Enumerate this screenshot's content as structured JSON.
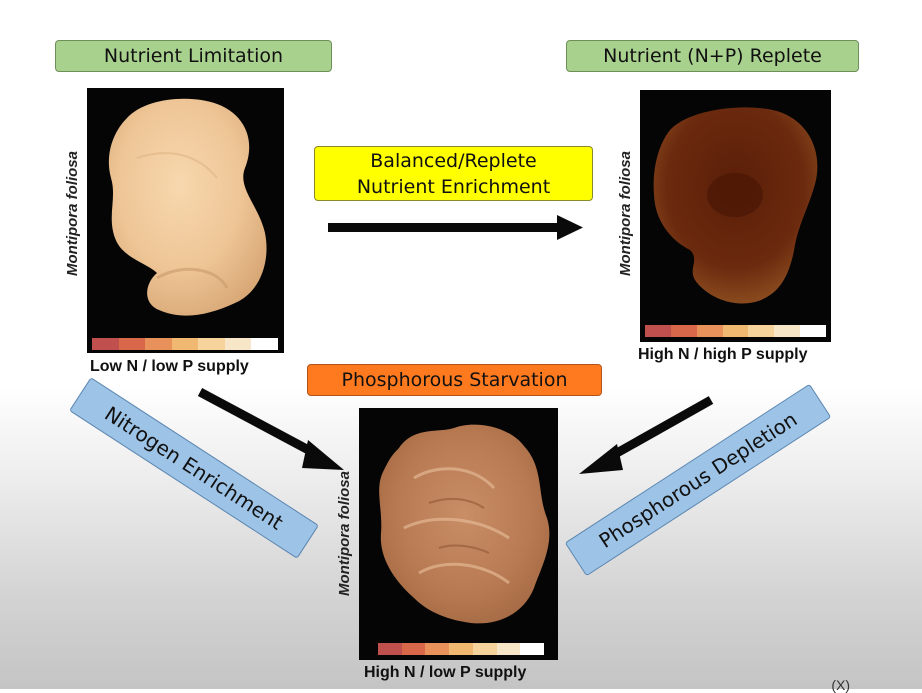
{
  "labels": {
    "top_left": "Nutrient Limitation",
    "top_right": "Nutrient (N+P) Replete",
    "center_line1": "Balanced/Replete",
    "center_line2": "Nutrient Enrichment",
    "bottom_center": "Phosphorous Starvation",
    "left_diag": "Nitrogen Enrichment",
    "right_diag": "Phosphorous Depletion"
  },
  "panels": {
    "left": {
      "species": "Montipora foliosa",
      "supply": "Low N / low P supply"
    },
    "right": {
      "species": "Montipora foliosa",
      "supply": "High N / high P supply"
    },
    "bottom": {
      "species": "Montipora foliosa",
      "supply": "High N / low P supply"
    }
  },
  "corner_text": "(X)",
  "colors": {
    "green_box": "#a9d18e",
    "yellow_box": "#ffff00",
    "orange_box": "#ff7a1f",
    "blue_box": "#9dc3e6",
    "arrow": "#0a0a0a",
    "swatch_scale": [
      "#c0504d",
      "#d9674a",
      "#e8915b",
      "#f0b870",
      "#f5d39b",
      "#f8e6c8",
      "#ffffff"
    ]
  }
}
